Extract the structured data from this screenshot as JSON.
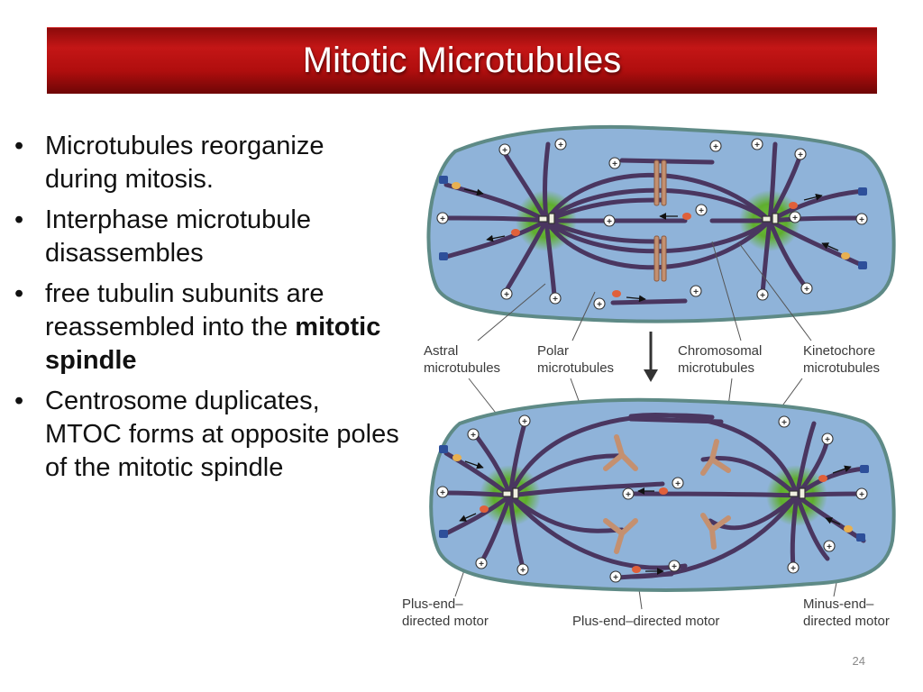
{
  "slide": {
    "title": "Mitotic Microtubules",
    "page_number": "24"
  },
  "bullets": [
    {
      "text": "Microtubules reorganize during mitosis."
    },
    {
      "text": "Interphase microtubule disassembles"
    },
    {
      "text_before": "free tubulin subunits are reassembled into the ",
      "bold": "mitotic spindle"
    },
    {
      "text": "Centrosome duplicates, MTOC forms at opposite poles of the mitotic spindle"
    }
  ],
  "figure": {
    "plus_sign": "+",
    "labels": {
      "astral_1": "Astral",
      "astral_2": "microtubules",
      "polar_1": "Polar",
      "polar_2": "microtubules",
      "chromosomal_1": "Chromosomal",
      "chromosomal_2": "microtubules",
      "kinetochore_1": "Kinetochore",
      "kinetochore_2": "microtubules",
      "plus_motor_left_1": "Plus-end–",
      "plus_motor_left_2": "directed motor",
      "plus_motor_center": "Plus-end–directed motor",
      "minus_motor_1": "Minus-end–",
      "minus_motor_2": "directed motor"
    },
    "colors": {
      "cell_fill": "#8fb3d9",
      "cell_border": "#5e8a86",
      "microtubule": "#4a3660",
      "centrosome_glow": "#5fae2e",
      "chromosome": "#c49070",
      "plus_motor": "#e0603a",
      "minus_motor": "#e8b050",
      "cap": "#2d4f9a"
    }
  }
}
